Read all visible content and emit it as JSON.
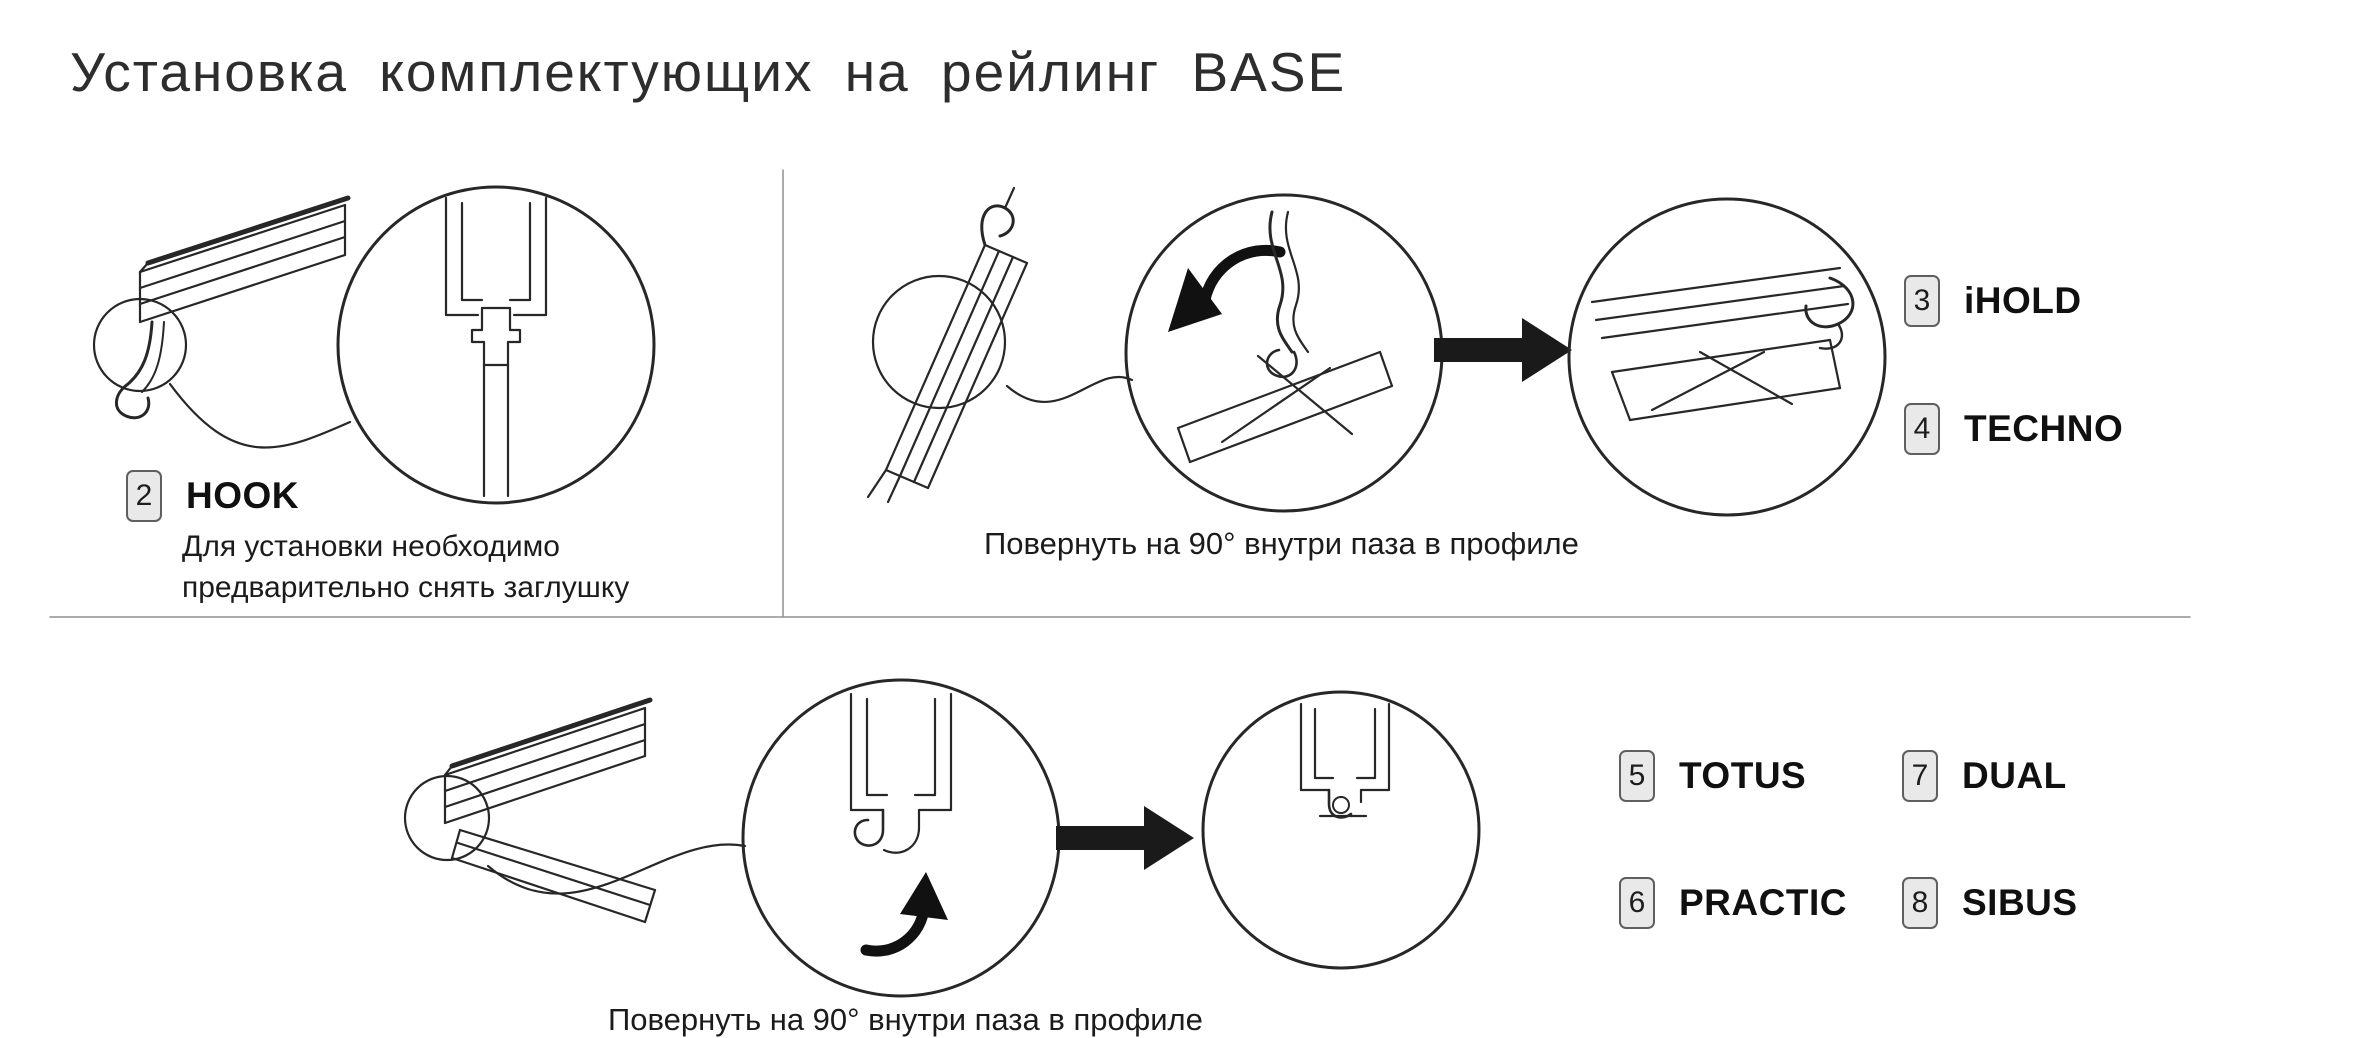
{
  "title": "Установка комплектующих на рейлинг BASE",
  "hook_section": {
    "badge": "2",
    "label": "HOOK",
    "note_line1": "Для установки необходимо",
    "note_line2": "предварительно снять заглушку"
  },
  "rotate_top": {
    "caption": "Повернуть на 90° внутри паза в профиле",
    "items": [
      {
        "badge": "3",
        "label": "iHOLD"
      },
      {
        "badge": "4",
        "label": "TECHNO"
      }
    ]
  },
  "rotate_bottom": {
    "caption": "Повернуть на 90° внутри паза в профиле",
    "items": [
      {
        "badge": "5",
        "label": "TOTUS"
      },
      {
        "badge": "6",
        "label": "PRACTIC"
      },
      {
        "badge": "7",
        "label": "DUAL"
      },
      {
        "badge": "8",
        "label": "SIBUS"
      }
    ]
  }
}
